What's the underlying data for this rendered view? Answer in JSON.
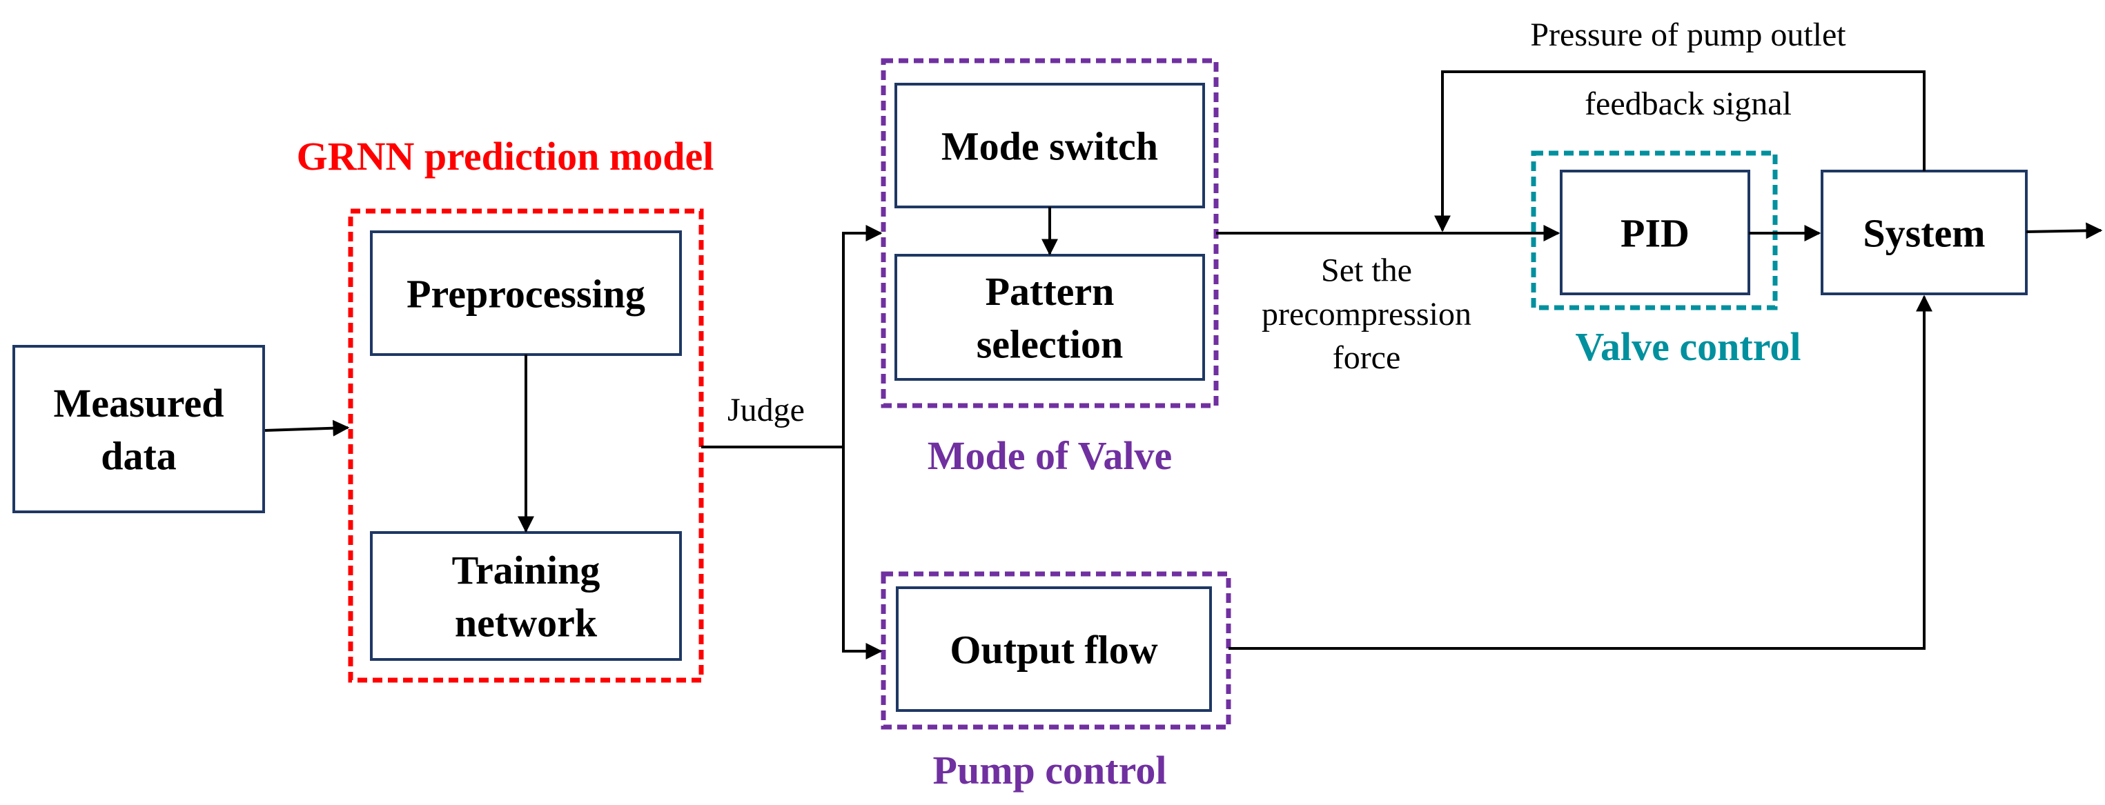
{
  "groups": {
    "grnn": {
      "label": "GRNN prediction model",
      "color": "#ff0000"
    },
    "mode_of_valve": {
      "label": "Mode of Valve",
      "color": "#7030a0"
    },
    "pump_control": {
      "label": "Pump control",
      "color": "#7030a0"
    },
    "valve_control": {
      "label": "Valve control",
      "color": "#00909e"
    }
  },
  "blocks": {
    "measured_data": [
      "Measured",
      "data"
    ],
    "preprocessing": [
      "Preprocessing"
    ],
    "training_network": [
      "Training",
      "network"
    ],
    "mode_switch": [
      "Mode switch"
    ],
    "pattern_selection": [
      "Pattern",
      "selection"
    ],
    "output_flow": [
      "Output flow"
    ],
    "pid": [
      "PID"
    ],
    "system": [
      "System"
    ]
  },
  "edge_labels": {
    "judge": "Judge",
    "set_precompression": [
      "Set the",
      "precompression",
      "force"
    ],
    "pressure_outlet": "Pressure of pump outlet",
    "feedback_signal": "feedback signal"
  },
  "colors": {
    "box_border": "#1f3864",
    "wire": "#000000"
  }
}
